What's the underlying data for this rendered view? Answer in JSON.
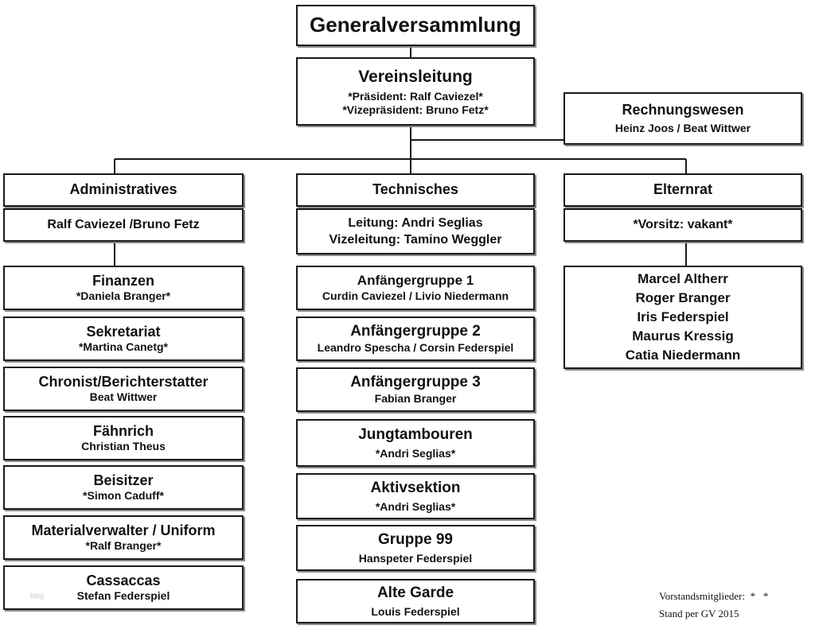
{
  "top": {
    "title": "Generalversammlung"
  },
  "leadership": {
    "title": "Vereinsleitung",
    "lines": [
      "*Präsident: Ralf Caviezel*",
      "*Vizepräsident: Bruno Fetz*"
    ]
  },
  "accounting": {
    "title": "Rechnungswesen",
    "members": "Heinz Joos / Beat Wittwer"
  },
  "columns": [
    {
      "title": "Administratives",
      "lead": [
        "Ralf Caviezel /Bruno Fetz"
      ],
      "units": [
        {
          "title": "Finanzen",
          "person": "*Daniela Branger*"
        },
        {
          "title": "Sekretariat",
          "person": "*Martina Canetg*"
        },
        {
          "title": "Chronist/Berichterstatter",
          "person": "Beat Wittwer"
        },
        {
          "title": "Fähnrich",
          "person": "Christian Theus"
        },
        {
          "title": "Beisitzer",
          "person": "*Simon Caduff*"
        },
        {
          "title": "Materialverwalter / Uniform",
          "person": "*Ralf Branger*"
        },
        {
          "title": "Cassaccas",
          "person": "Stefan Federspiel"
        }
      ]
    },
    {
      "title": "Technisches",
      "lead": [
        "Leitung: Andri Seglias",
        "Vizeleitung: Tamino Weggler"
      ],
      "units": [
        {
          "title": "Anfängergruppe 1",
          "person": "Curdin Caviezel / Livio Niedermann"
        },
        {
          "title": "Anfängergruppe 2",
          "person": "Leandro Spescha / Corsin Federspiel"
        },
        {
          "title": "Anfängergruppe 3",
          "person": "Fabian Branger"
        },
        {
          "title": "Jungtambouren",
          "person": "*Andri Seglias*"
        },
        {
          "title": "Aktivsektion",
          "person": "*Andri Seglias*"
        },
        {
          "title": "Gruppe 99",
          "person": "Hanspeter Federspiel"
        },
        {
          "title": "Alte Garde",
          "person": "Louis Federspiel"
        }
      ]
    },
    {
      "title": "Elternrat",
      "lead": [
        "*Vorsitz: vakant*"
      ],
      "members": [
        "Marcel Altherr",
        "Roger Branger",
        "Iris Federspiel",
        "Maurus Kressig",
        "Catia Niedermann"
      ]
    }
  ],
  "footer": {
    "board_members": "Vorstandsmitglieder:  *   *",
    "status": "Stand per GV 2015"
  },
  "watermark": "blog"
}
